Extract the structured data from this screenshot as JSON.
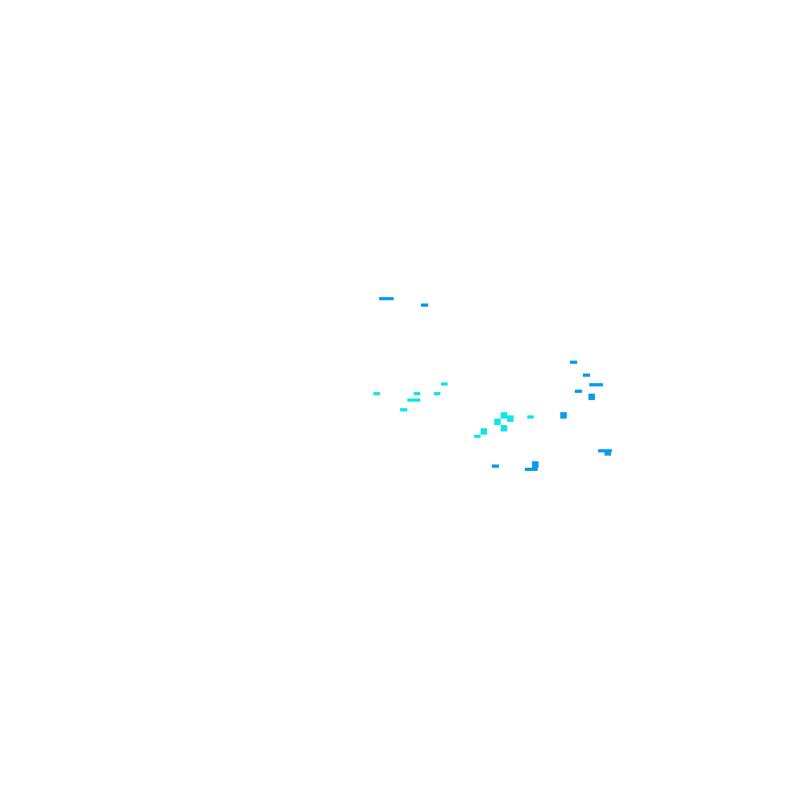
{
  "background_color": "#ffffff",
  "colors": {
    "blue": "#0a9cf0",
    "cyan": "#12e6ea"
  },
  "fragment_groups": [
    {
      "name": "upper-left-blue-marks",
      "color_key": "blue"
    },
    {
      "name": "left-cyan-cluster",
      "color_key": "cyan"
    },
    {
      "name": "center-cyan-cluster",
      "color_key": "cyan"
    },
    {
      "name": "right-blue-cluster",
      "color_key": "blue"
    },
    {
      "name": "bottom-blue-marks",
      "color_key": "blue"
    }
  ]
}
